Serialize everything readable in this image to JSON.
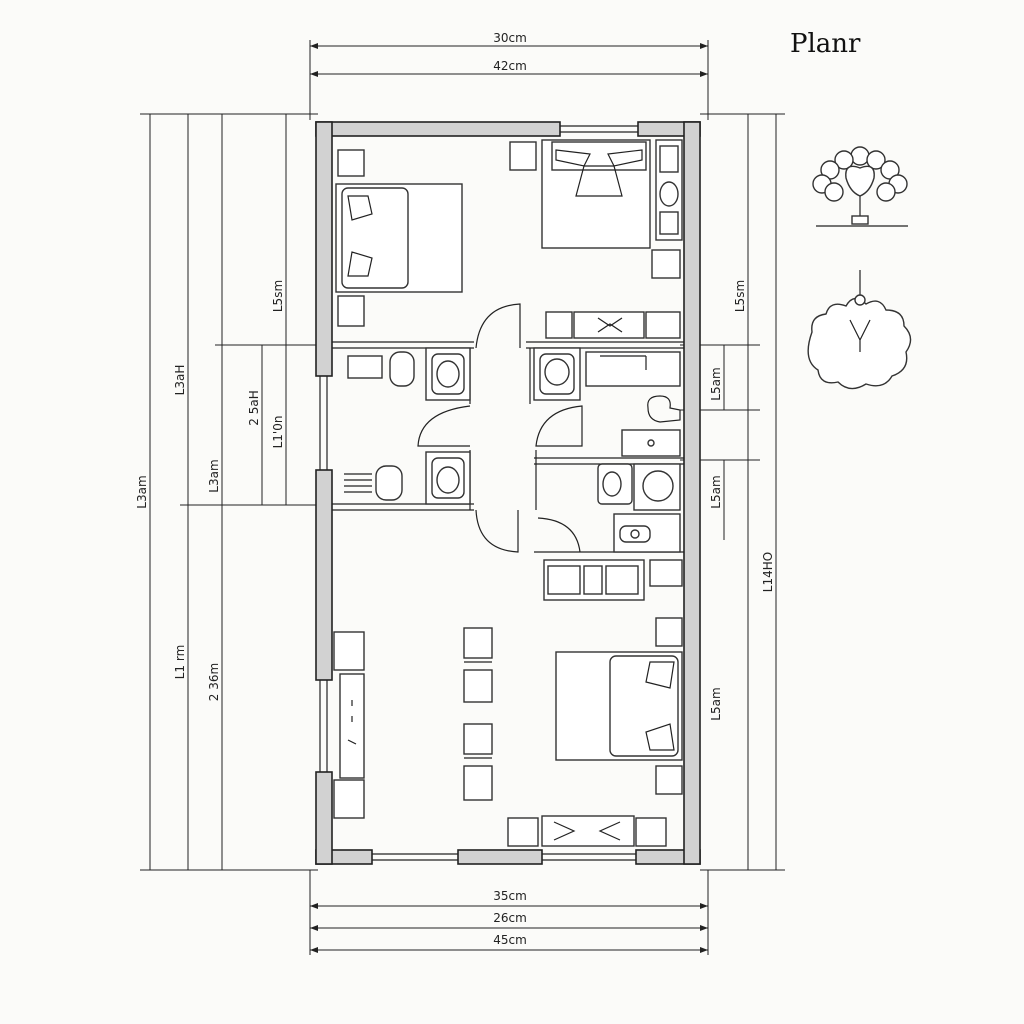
{
  "title": "Planr",
  "dimensions": {
    "top": [
      "30cm",
      "42cm"
    ],
    "bottom": [
      "35cm",
      "26cm",
      "45cm"
    ],
    "left": [
      "L3am",
      "L3aH",
      "L5sm",
      "2 5aH",
      "L1'0n",
      "L3am",
      "L1 rm",
      "2 36m"
    ],
    "right": [
      "L5sm",
      "L5am",
      "L5am",
      "L14HO",
      "L5am"
    ]
  },
  "colors": {
    "wall_fill": "#d2d2d2",
    "line": "#222222",
    "paper": "#fbfbf9"
  }
}
